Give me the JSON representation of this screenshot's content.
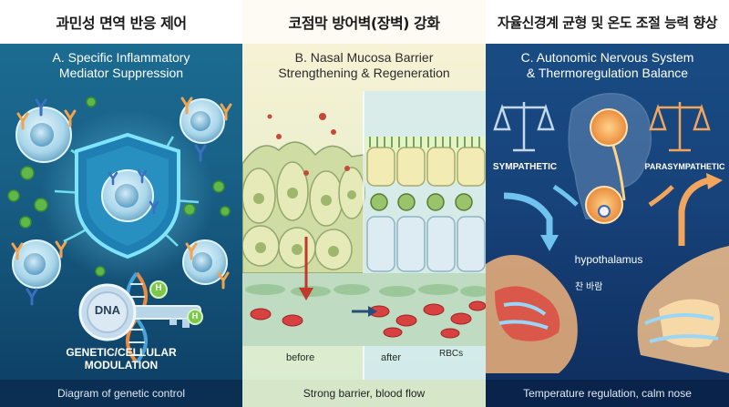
{
  "panels": [
    {
      "title_kr": "과민성 면역 반응 제어",
      "subtitle": [
        "A. Specific Inflammatory",
        "Mediator Suppression"
      ],
      "labels": {
        "dna": "DNA",
        "h": "H",
        "modulation": [
          "GENETIC/CELLULAR",
          "MODULATION"
        ]
      },
      "footer": "Diagram of genetic control",
      "colors": {
        "shield": "#56c9ee",
        "cell": "#bfe6f4",
        "virus": "#5fb84a"
      }
    },
    {
      "title_kr": "코점막 방어벽(장벽) 강화",
      "subtitle": [
        "B. Nasal Mucosa Barrier",
        "Strengthening & Regeneration"
      ],
      "labels": {
        "before": "before",
        "after": "after",
        "rbcs": "RBCs"
      },
      "footer": "Strong barrier, blood flow",
      "colors": {
        "cells": "#f2e7a6",
        "rbc": "#d7413f"
      }
    },
    {
      "title_kr": "자율신경계 균형 및 온도 조절 능력 향상",
      "subtitle": [
        "C. Autonomic Nervous System",
        "& Thermoregulation Balance"
      ],
      "labels": {
        "sympathetic": "SYMPATHETIC",
        "parasympathetic": "PARASYMPATHETIC",
        "hypothalamus": "hypothalamus",
        "cold_air": "찬 바람"
      },
      "footer": "Temperature regulation, calm nose",
      "colors": {
        "scale_left": "#c5d8ea",
        "scale_right": "#f2a55d",
        "arrow": "#6fc3ee"
      }
    }
  ]
}
